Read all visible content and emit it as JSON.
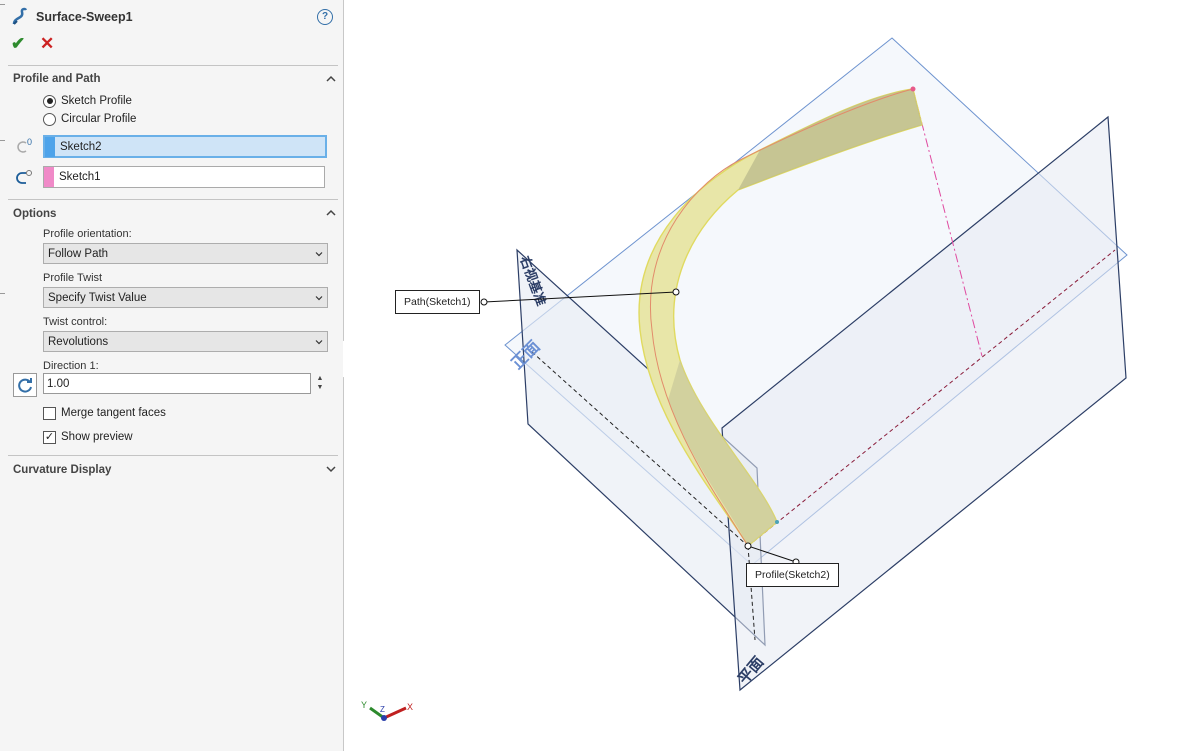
{
  "feature": {
    "title": "Surface-Sweep1",
    "help_label": "?",
    "ok_label": "✔",
    "cancel_label": "✕"
  },
  "profile_and_path": {
    "header": "Profile and Path",
    "radio_options": [
      "Sketch Profile",
      "Circular Profile"
    ],
    "selected_radio": "Sketch Profile",
    "profile_value": "Sketch2",
    "path_value": "Sketch1",
    "profile_color": "#4da3ea",
    "path_color": "#f08ac8"
  },
  "options": {
    "header": "Options",
    "profile_orientation_label": "Profile orientation:",
    "profile_orientation_value": "Follow Path",
    "profile_twist_label": "Profile Twist",
    "profile_twist_value": "Specify Twist Value",
    "twist_control_label": "Twist control:",
    "twist_control_value": "Revolutions",
    "direction_label": "Direction 1:",
    "direction_value": "1.00",
    "merge_tangent_label": "Merge tangent faces",
    "merge_tangent_checked": false,
    "show_preview_label": "Show preview",
    "show_preview_checked": true
  },
  "curvature": {
    "header": "Curvature Display"
  },
  "viewport": {
    "path_callout": "Path(Sketch1)",
    "profile_callout": "Profile(Sketch2)",
    "plane_front_label": "正面",
    "plane_top_label": "平面",
    "plane_right_label": "右视基准",
    "axis_x": "X",
    "axis_y": "Y",
    "axis_z": "Z",
    "sweep_fill": "#e8e6a8",
    "plane_stroke": "#2c3e66",
    "accent": "#336fa8"
  }
}
